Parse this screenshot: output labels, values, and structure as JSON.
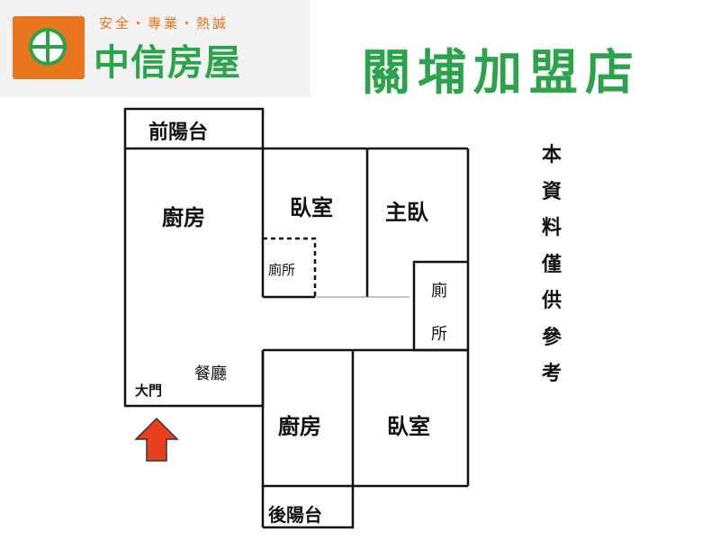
{
  "header": {
    "slogan": "安全・專業・熱誠",
    "brand": "中信房屋",
    "store": "關埔加盟店"
  },
  "rooms": {
    "front_balcony": "前陽台",
    "kitchen_top": "廚房",
    "bedroom_top": "臥室",
    "master_bedroom": "主臥",
    "toilet_small": "廁所",
    "toilet_right_1": "廁",
    "toilet_right_2": "所",
    "dining": "餐廳",
    "main_door": "大門",
    "kitchen_bottom": "廚房",
    "bedroom_bottom": "臥室",
    "back_balcony": "後陽台"
  },
  "note": {
    "chars": [
      "本",
      "資",
      "料",
      "僅",
      "供",
      "參",
      "考"
    ]
  },
  "colors": {
    "brand_green": "#2aa34a",
    "brand_orange": "#e9751f",
    "arrow_red": "#e8401c"
  },
  "icons": {
    "logo": "globe-icon",
    "entrance": "arrow-up-icon"
  }
}
